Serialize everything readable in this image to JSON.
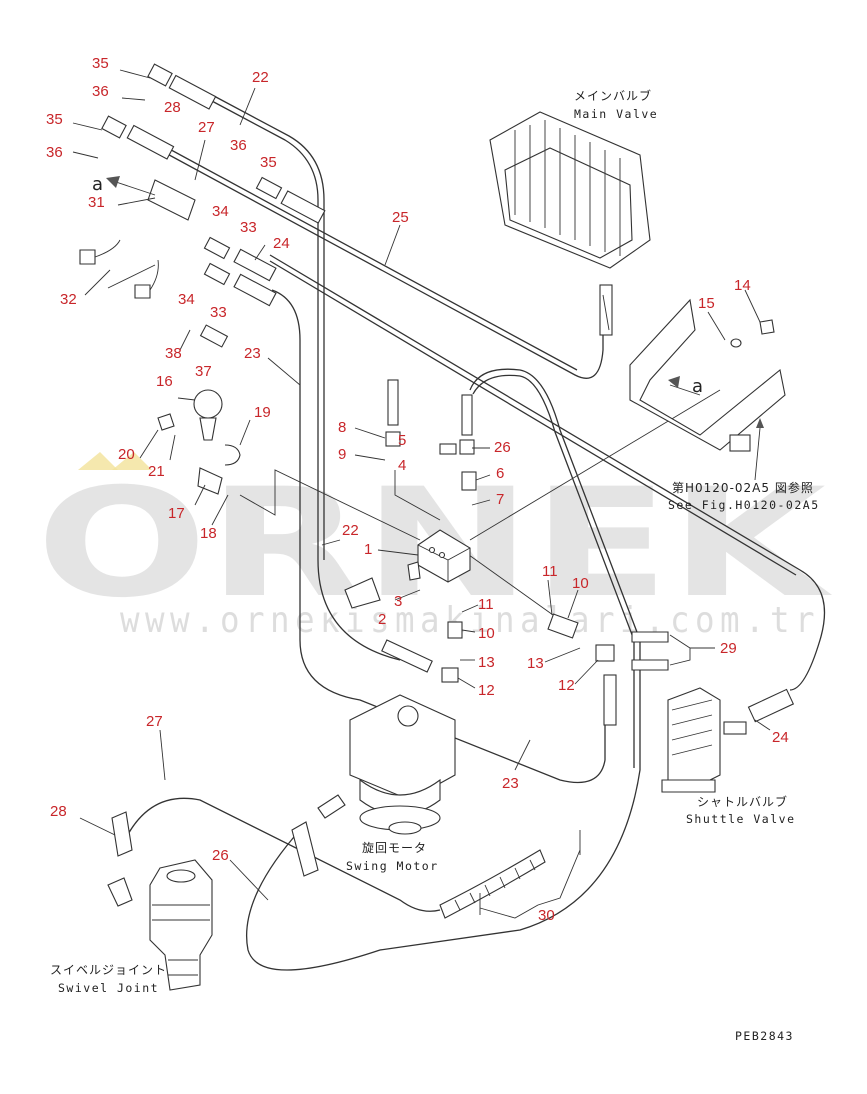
{
  "watermark": {
    "brand": "ORNEK",
    "url": "www.orneкismakinalari.com.tr"
  },
  "labels": {
    "main_valve_jp": "メインバルブ",
    "main_valve_en": "Main Valve",
    "see_fig_jp": "第H0120-02A5 図参照",
    "see_fig_en": "See Fig.H0120-02A5",
    "swing_motor_jp": "旋回モータ",
    "swing_motor_en": "Swing Motor",
    "shuttle_valve_jp": "シャトルバルブ",
    "shuttle_valve_en": "Shuttle Valve",
    "swivel_joint_jp": "スイベルジョイント",
    "swivel_joint_en": "Swivel Joint",
    "drawing_code": "PEB2843",
    "view_arrow_left": "a",
    "view_arrow_right": "a"
  },
  "callouts": [
    {
      "id": "c35a",
      "text": "35"
    },
    {
      "id": "c36a",
      "text": "36"
    },
    {
      "id": "c28a",
      "text": "28"
    },
    {
      "id": "c22a",
      "text": "22"
    },
    {
      "id": "c35b",
      "text": "35"
    },
    {
      "id": "c27a",
      "text": "27"
    },
    {
      "id": "c36b",
      "text": "36"
    },
    {
      "id": "c36c",
      "text": "36"
    },
    {
      "id": "c35c",
      "text": "35"
    },
    {
      "id": "c31",
      "text": "31"
    },
    {
      "id": "c34a",
      "text": "34"
    },
    {
      "id": "c33a",
      "text": "33"
    },
    {
      "id": "c25",
      "text": "25"
    },
    {
      "id": "c24a",
      "text": "24"
    },
    {
      "id": "c32",
      "text": "32"
    },
    {
      "id": "c34b",
      "text": "34"
    },
    {
      "id": "c33b",
      "text": "33"
    },
    {
      "id": "c38",
      "text": "38"
    },
    {
      "id": "c37",
      "text": "37"
    },
    {
      "id": "c23a",
      "text": "23"
    },
    {
      "id": "c16",
      "text": "16"
    },
    {
      "id": "c15",
      "text": "15"
    },
    {
      "id": "c14",
      "text": "14"
    },
    {
      "id": "c19",
      "text": "19"
    },
    {
      "id": "c8",
      "text": "8"
    },
    {
      "id": "c5",
      "text": "5"
    },
    {
      "id": "c26a",
      "text": "26"
    },
    {
      "id": "c20",
      "text": "20"
    },
    {
      "id": "c9",
      "text": "9"
    },
    {
      "id": "c4",
      "text": "4"
    },
    {
      "id": "c21",
      "text": "21"
    },
    {
      "id": "c6",
      "text": "6"
    },
    {
      "id": "c7",
      "text": "7"
    },
    {
      "id": "c17",
      "text": "17"
    },
    {
      "id": "c18",
      "text": "18"
    },
    {
      "id": "c22b",
      "text": "22"
    },
    {
      "id": "c1",
      "text": "1"
    },
    {
      "id": "c11a",
      "text": "11"
    },
    {
      "id": "c10a",
      "text": "10"
    },
    {
      "id": "c3",
      "text": "3"
    },
    {
      "id": "c2",
      "text": "2"
    },
    {
      "id": "c11b",
      "text": "11"
    },
    {
      "id": "c10b",
      "text": "10"
    },
    {
      "id": "c29",
      "text": "29"
    },
    {
      "id": "c13a",
      "text": "13"
    },
    {
      "id": "c13b",
      "text": "13"
    },
    {
      "id": "c12a",
      "text": "12"
    },
    {
      "id": "c12b",
      "text": "12"
    },
    {
      "id": "c27b",
      "text": "27"
    },
    {
      "id": "c24b",
      "text": "24"
    },
    {
      "id": "c23b",
      "text": "23"
    },
    {
      "id": "c28b",
      "text": "28"
    },
    {
      "id": "c26b",
      "text": "26"
    },
    {
      "id": "c30",
      "text": "30"
    }
  ]
}
